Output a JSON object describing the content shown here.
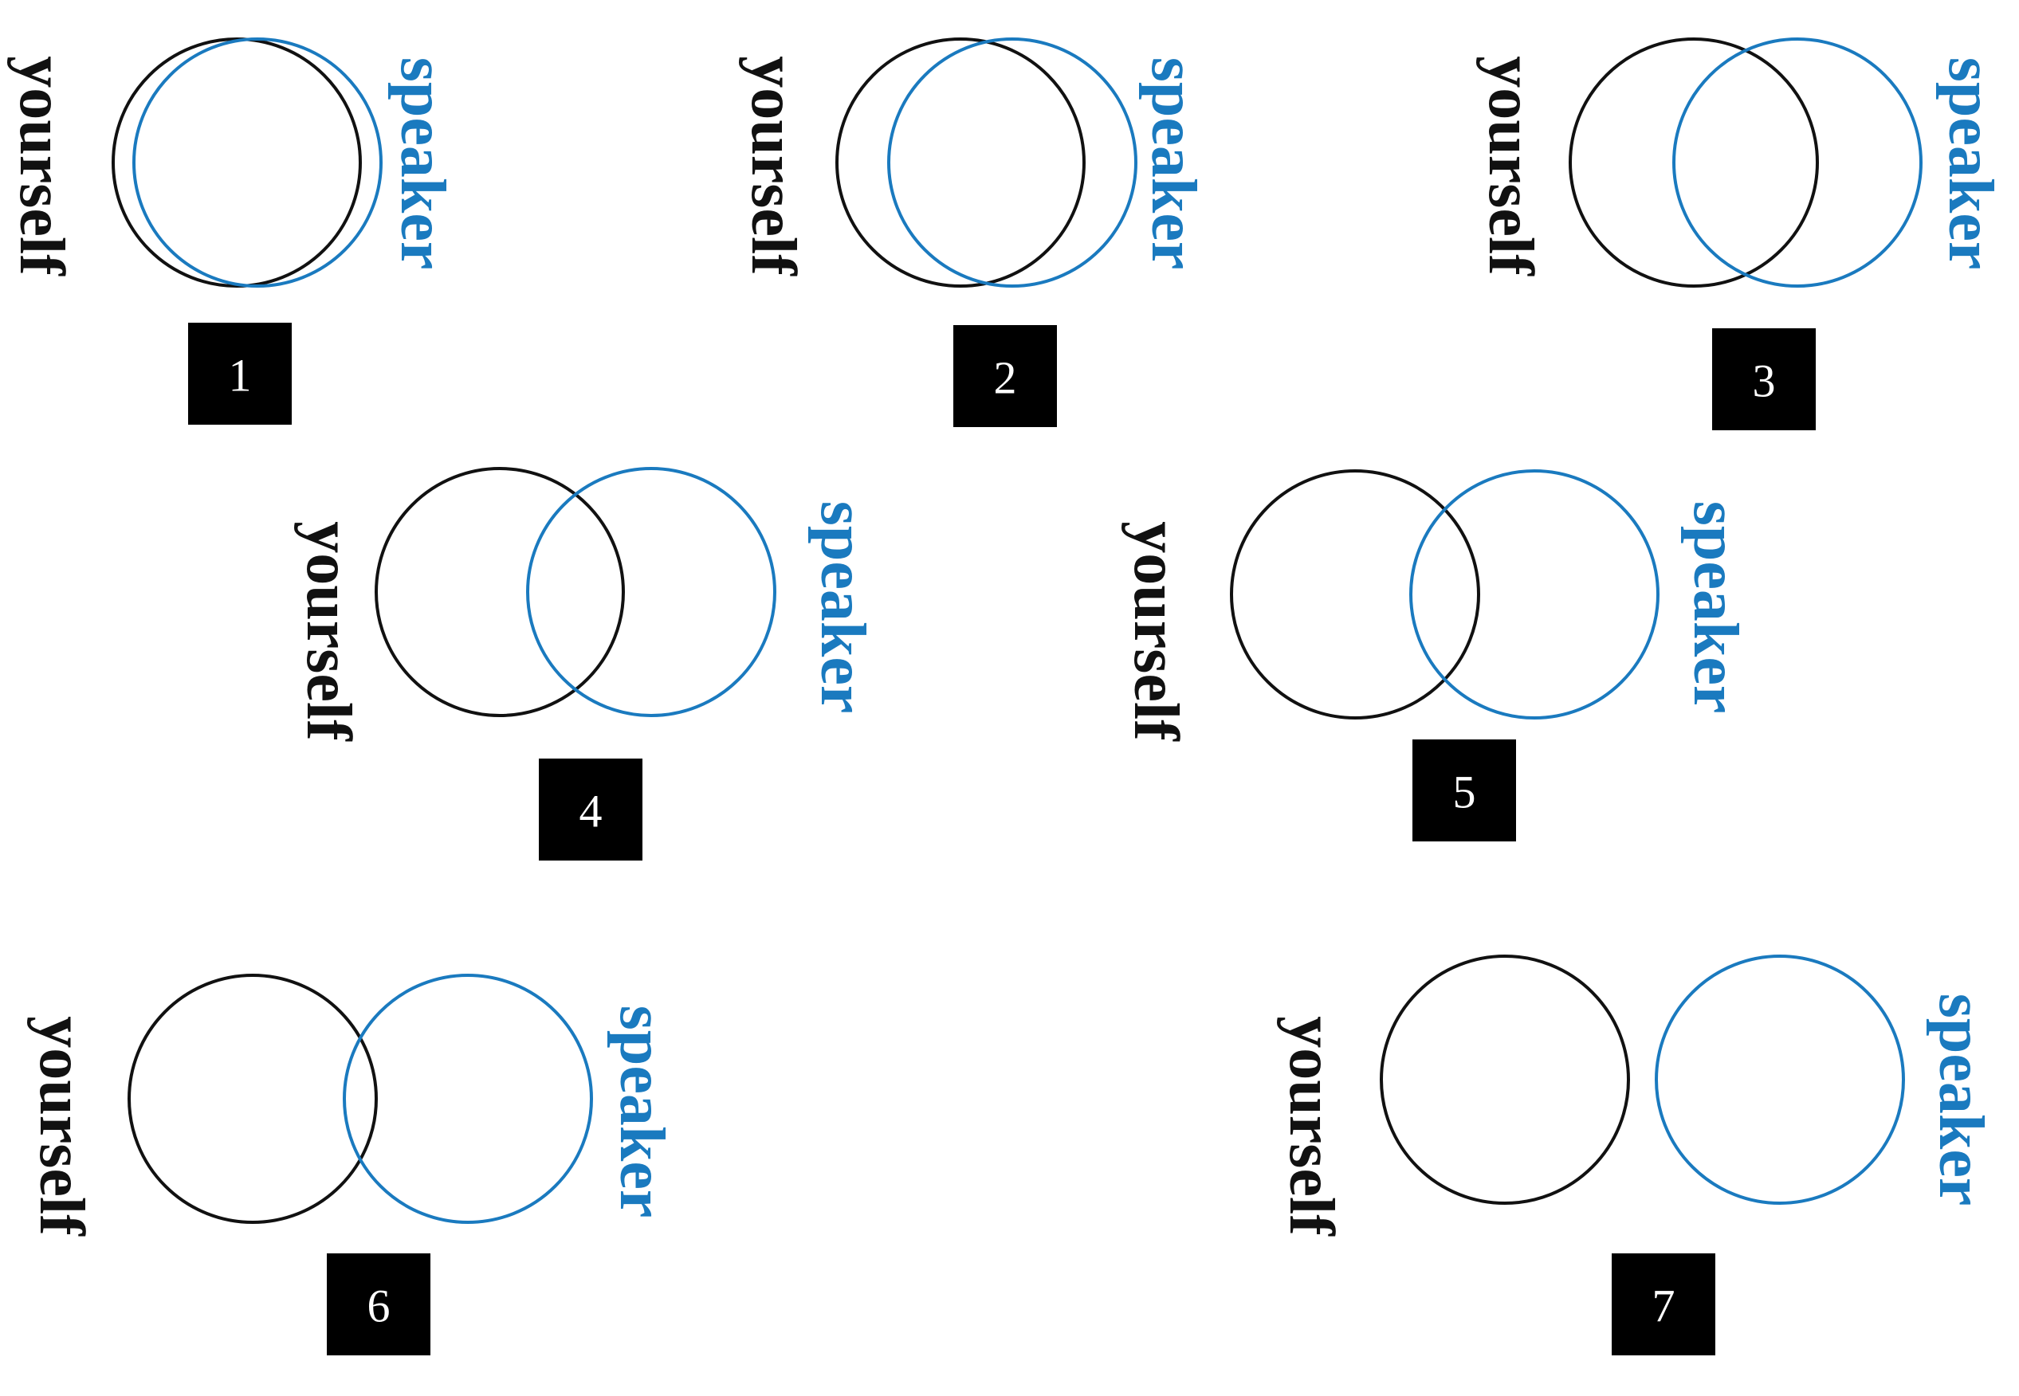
{
  "colors": {
    "self": "#111111",
    "speaker": "#1a7abf",
    "badge": "#000000",
    "badge_text": "#ffffff"
  },
  "labels": {
    "self": "yourself",
    "speaker": "speaker"
  },
  "items": [
    {
      "number": "1"
    },
    {
      "number": "2"
    },
    {
      "number": "3"
    },
    {
      "number": "4"
    },
    {
      "number": "5"
    },
    {
      "number": "6"
    },
    {
      "number": "7"
    }
  ]
}
